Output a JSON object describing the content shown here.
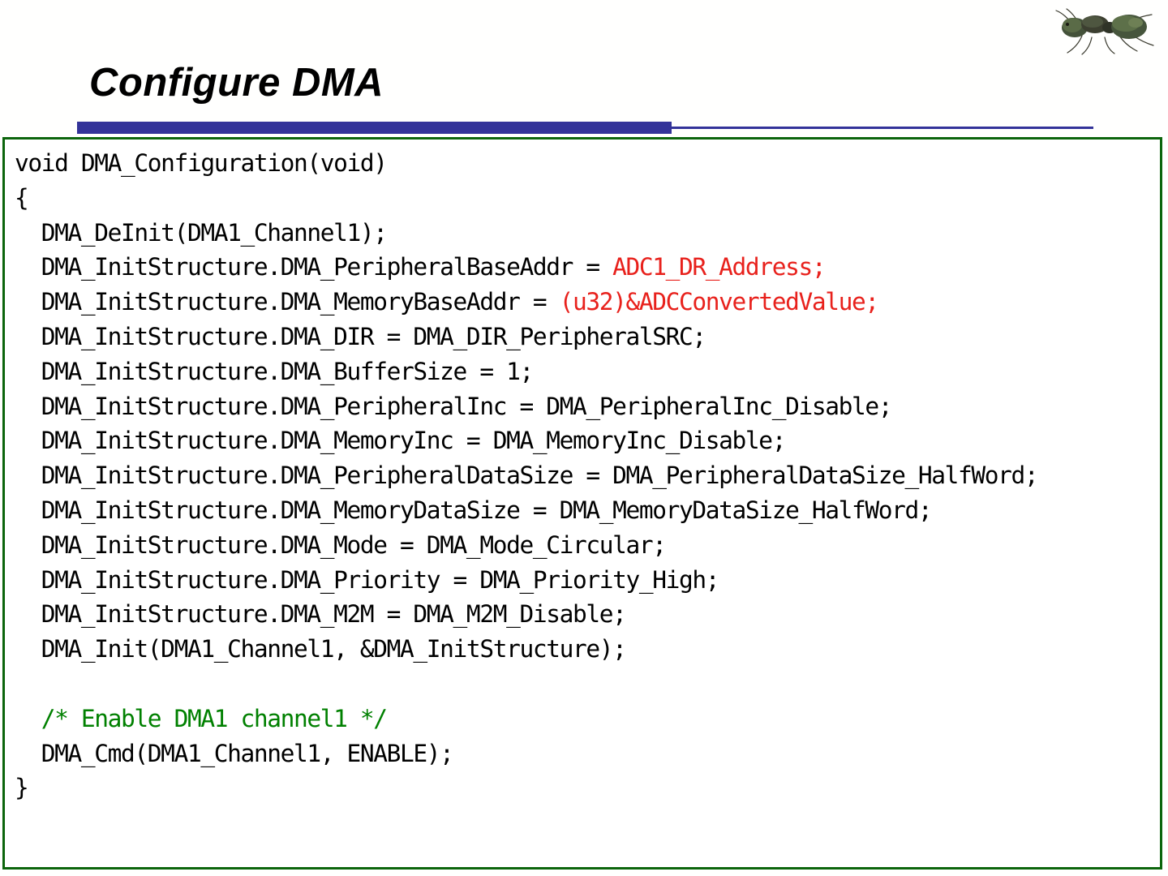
{
  "slide": {
    "title": "Configure DMA",
    "logo_icon": "ant-logo-icon",
    "accent_color": "#333399",
    "border_color": "#0c650c",
    "background_color": "#fffffe"
  },
  "code": {
    "language": "c",
    "colors": {
      "default": "#000000",
      "string_red": "#e8211c",
      "comment_green": "#008000"
    },
    "lines": [
      {
        "id": 0,
        "text": "void DMA_Configuration(void)"
      },
      {
        "id": 1,
        "text": "{"
      },
      {
        "id": 2,
        "text": "  DMA_DeInit(DMA1_Channel1);"
      },
      {
        "id": 3,
        "text": "  DMA_InitStructure.DMA_PeripheralBaseAddr = ",
        "red": "ADC1_DR_Address;"
      },
      {
        "id": 4,
        "text": "  DMA_InitStructure.DMA_MemoryBaseAddr = ",
        "red": "(u32)&ADCConvertedValue;"
      },
      {
        "id": 5,
        "text": "  DMA_InitStructure.DMA_DIR = DMA_DIR_PeripheralSRC;"
      },
      {
        "id": 6,
        "text": "  DMA_InitStructure.DMA_BufferSize = 1;"
      },
      {
        "id": 7,
        "text": "  DMA_InitStructure.DMA_PeripheralInc = DMA_PeripheralInc_Disable;"
      },
      {
        "id": 8,
        "text": "  DMA_InitStructure.DMA_MemoryInc = DMA_MemoryInc_Disable;"
      },
      {
        "id": 9,
        "text": "  DMA_InitStructure.DMA_PeripheralDataSize = DMA_PeripheralDataSize_HalfWord;"
      },
      {
        "id": 10,
        "text": "  DMA_InitStructure.DMA_MemoryDataSize = DMA_MemoryDataSize_HalfWord;"
      },
      {
        "id": 11,
        "text": "  DMA_InitStructure.DMA_Mode = DMA_Mode_Circular;"
      },
      {
        "id": 12,
        "text": "  DMA_InitStructure.DMA_Priority = DMA_Priority_High;"
      },
      {
        "id": 13,
        "text": "  DMA_InitStructure.DMA_M2M = DMA_M2M_Disable;"
      },
      {
        "id": 14,
        "text": "  DMA_Init(DMA1_Channel1, &DMA_InitStructure);"
      },
      {
        "id": 15,
        "text": ""
      },
      {
        "id": 16,
        "text": "  ",
        "green": "/* Enable DMA1 channel1 */"
      },
      {
        "id": 17,
        "text": "  DMA_Cmd(DMA1_Channel1, ENABLE);"
      },
      {
        "id": 18,
        "text": "}"
      }
    ]
  }
}
